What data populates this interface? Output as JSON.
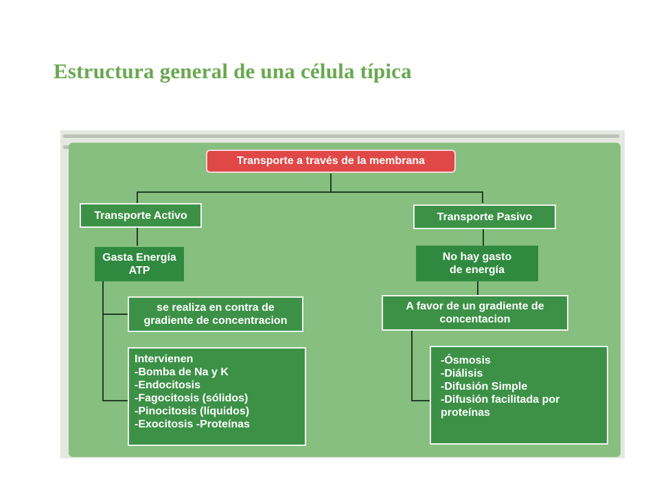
{
  "slide": {
    "title": "Estructura general de una célula típica"
  },
  "diagram": {
    "root": "Transporte a través de la membrana",
    "active": {
      "title": "Transporte Activo",
      "energy": "Gasta Energía\nATP",
      "gradient": "se realiza en contra de\ngradiente de concentracion",
      "list": "Intervienen\n-Bomba de Na y K\n-Endocitosis\n-Fagocitosis (sólidos)\n-Pinocitosis (líquidos)\n-Exocitosis -Proteínas"
    },
    "passive": {
      "title": "Transporte Pasivo",
      "energy": "No hay gasto\nde energía",
      "gradient": "A favor de un gradiente de\nconcentacion",
      "list": "-Ósmosis\n-Diálisis\n-Difusión Simple\n-Difusión facilitada por\nproteínas"
    }
  }
}
